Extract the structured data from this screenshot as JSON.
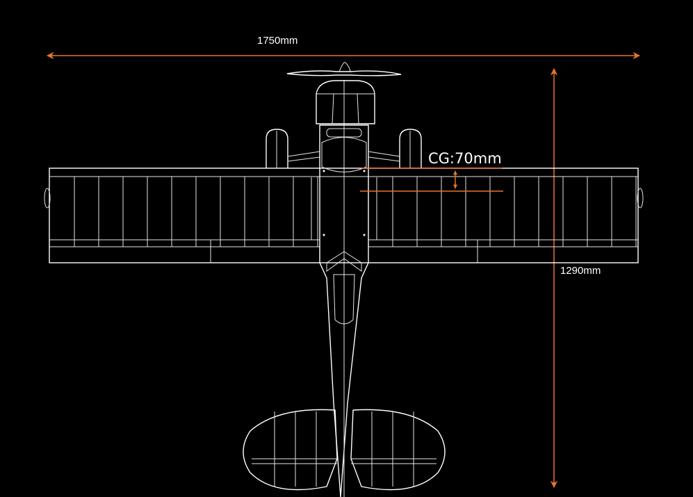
{
  "dimensions": {
    "wingspan_label": "1750mm",
    "length_label": "1290mm",
    "cg_label": "CG:70mm"
  },
  "colors": {
    "background": "#000000",
    "accent": "#e8762a",
    "lines": "#e6e6e6"
  }
}
